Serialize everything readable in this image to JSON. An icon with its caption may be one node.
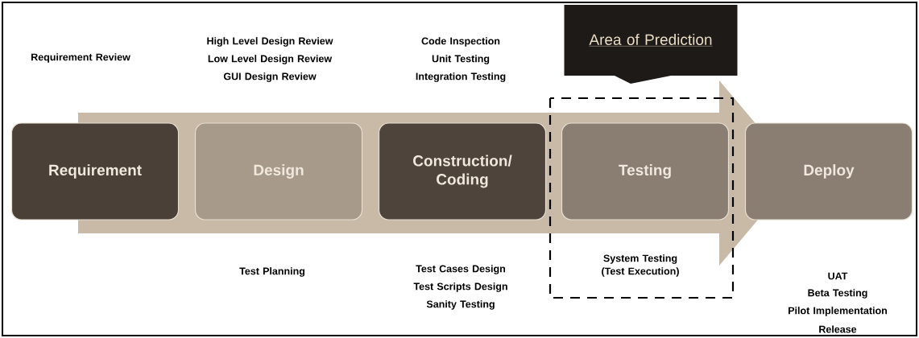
{
  "diagram": {
    "nodes": [
      {
        "text": [
          "Requirement"
        ]
      },
      {
        "text": [
          "Design"
        ]
      },
      {
        "text": [
          "Construction/ Coding"
        ]
      },
      {
        "text": [
          "Testing"
        ]
      },
      {
        "text": [
          "Deploy"
        ]
      },
      {
        "text": [
          "Area of Prediction"
        ]
      }
    ],
    "labels": [
      "Requirement Review",
      "High Level Design Review",
      "Low Level Design Review",
      "GUI Design Review",
      "Code Inspection",
      "Unit Testing",
      "Integration Testing",
      "Test Planning",
      "Test Cases Design",
      "Test Scripts Design",
      "Sanity Testing",
      "System Testing (Test Execution)",
      "UAT",
      "Beta Testing",
      "Pilot Implementation",
      "Release"
    ]
  }
}
